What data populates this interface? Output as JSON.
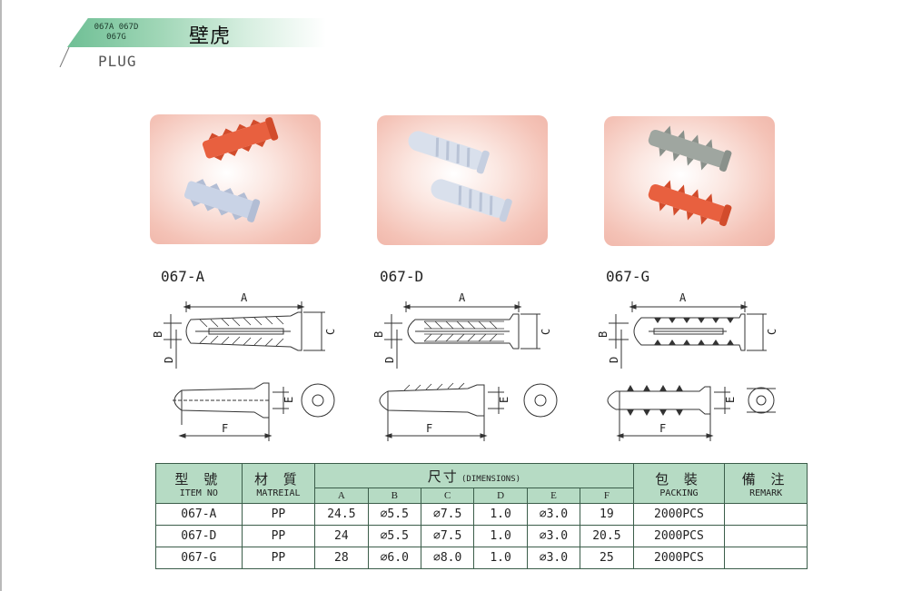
{
  "header": {
    "codes_line1": "067A 067D",
    "codes_line2": "067G",
    "title": "壁虎",
    "subtitle": "PLUG",
    "accent_color": "#6fbf95"
  },
  "products": [
    {
      "label": "067-A",
      "photo_colors": [
        "#e8603f",
        "#c9d3e6"
      ]
    },
    {
      "label": "067-D",
      "photo_colors": [
        "#d9e0ec",
        "#d9e0ec"
      ]
    },
    {
      "label": "067-G",
      "photo_colors": [
        "#9fa6a0",
        "#e8603f"
      ]
    }
  ],
  "dimension_letters": {
    "a": "A",
    "b": "B",
    "c": "C",
    "d": "D",
    "e": "E",
    "f": "F"
  },
  "table": {
    "head": {
      "item_zh": "型 號",
      "item_en": "ITEM NO",
      "material_zh": "材 質",
      "material_en": "MATREIAL",
      "dims_zh": "尺寸",
      "dims_en": "(DIMENSIONS)",
      "packing_zh": "包 裝",
      "packing_en": "PACKING",
      "remark_zh": "備 注",
      "remark_en": "REMARK",
      "cols": [
        "A",
        "B",
        "C",
        "D",
        "E",
        "F"
      ]
    },
    "rows": [
      {
        "item": "067-A",
        "material": "PP",
        "a": "24.5",
        "b": "⌀5.5",
        "c": "⌀7.5",
        "d": "1.0",
        "e": "⌀3.0",
        "f": "19",
        "packing": "2000PCS",
        "remark": ""
      },
      {
        "item": "067-D",
        "material": "PP",
        "a": "24",
        "b": "⌀5.5",
        "c": "⌀7.5",
        "d": "1.0",
        "e": "⌀3.0",
        "f": "20.5",
        "packing": "2000PCS",
        "remark": ""
      },
      {
        "item": "067-G",
        "material": "PP",
        "a": "28",
        "b": "⌀6.0",
        "c": "⌀8.0",
        "d": "1.0",
        "e": "⌀3.0",
        "f": "25",
        "packing": "2000PCS",
        "remark": ""
      }
    ]
  }
}
